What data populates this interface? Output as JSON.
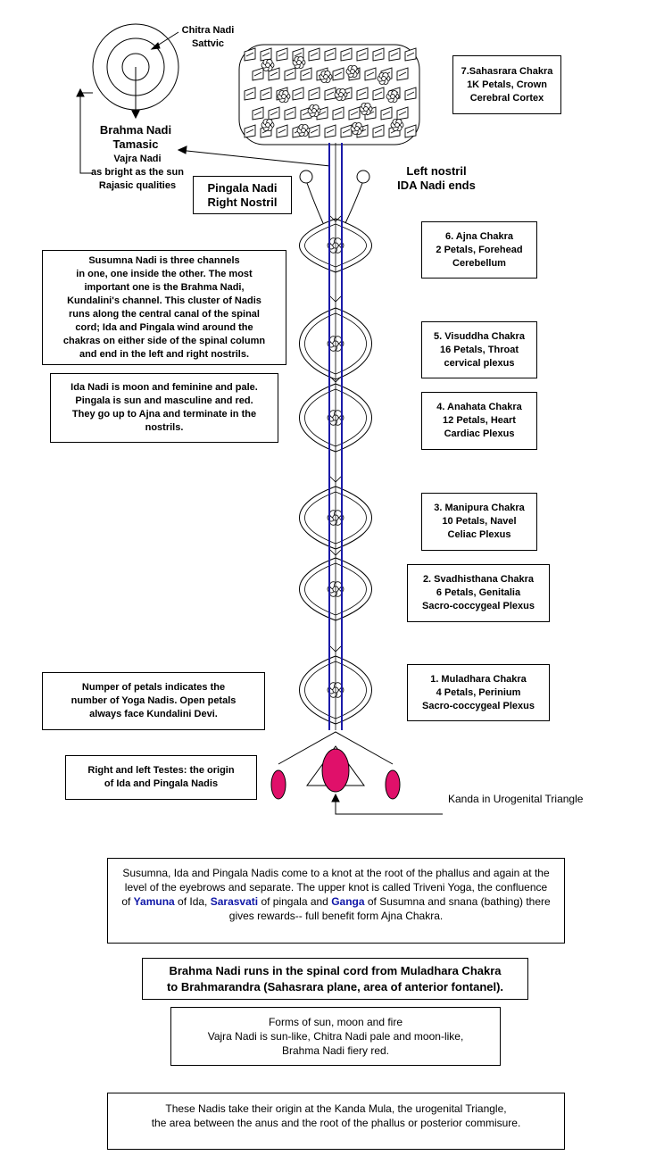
{
  "top_left": {
    "chitra": [
      "Chitra Nadi",
      "Sattvic"
    ],
    "brahma": [
      "Brahma Nadi",
      "Tamasic"
    ],
    "vajra": [
      "Vajra Nadi",
      "as bright as the sun",
      "Rajasic qualities"
    ]
  },
  "pingala_box": [
    "Pingala Nadi",
    "Right Nostril"
  ],
  "left_nostril": [
    "Left nostril",
    "IDA Nadi ends"
  ],
  "chakras": [
    {
      "id": "sahasrara",
      "lines": [
        "7.Sahasrara Chakra",
        "1K Petals, Crown",
        "Cerebral Cortex"
      ]
    },
    {
      "id": "ajna",
      "lines": [
        "6. Ajna Chakra",
        "2 Petals, Forehead",
        "Cerebellum"
      ]
    },
    {
      "id": "visuddha",
      "lines": [
        "5. Visuddha Chakra",
        "16 Petals, Throat",
        "cervical plexus"
      ]
    },
    {
      "id": "anahata",
      "lines": [
        "4. Anahata Chakra",
        "12 Petals, Heart",
        "Cardiac Plexus"
      ]
    },
    {
      "id": "manipura",
      "lines": [
        "3. Manipura Chakra",
        "10 Petals, Navel",
        "Celiac Plexus"
      ]
    },
    {
      "id": "svadhisthana",
      "lines": [
        "2. Svadhisthana Chakra",
        "6 Petals, Genitalia",
        "Sacro-coccygeal Plexus"
      ]
    },
    {
      "id": "muladhara",
      "lines": [
        "1. Muladhara Chakra",
        "4 Petals, Perinium",
        "Sacro-coccygeal Plexus"
      ]
    }
  ],
  "notes": {
    "susumna": [
      "Susumna Nadi is three channels",
      "in one, one inside the other. The most",
      "important one is the Brahma Nadi,",
      "Kundalini's channel. This cluster of Nadis",
      "runs along the central canal of the spinal",
      "cord; Ida and Pingala wind around the",
      "chakras on either side of the spinal column",
      "and end in the left and right nostrils."
    ],
    "ida": [
      "Ida Nadi is moon and feminine and pale.",
      "Pingala is sun and masculine and red.",
      "They go up to Ajna and terminate in the",
      "nostrils."
    ],
    "petals": [
      "Numper of petals indicates the",
      "number of Yoga Nadis. Open petals",
      "always face Kundalini Devi."
    ],
    "testes": [
      "Right and left Testes: the origin",
      "of Ida and Pingala Nadis"
    ]
  },
  "kanda_label": "Kanda in Urogenital Triangle",
  "bottom": {
    "triveni": {
      "p1": "Susumna, Ida and Pingala Nadis come to a knot at the root of the phallus and again at the level of the eyebrows and separate. The upper knot is called Triveni Yoga, the confluence of ",
      "yamuna": "Yamuna",
      "p2": " of Ida, ",
      "sarasvati": "Sarasvati",
      "p3": " of pingala and ",
      "ganga": "Ganga",
      "p4": " of Susumna and snana (bathing) there gives rewards-- full benefit form Ajna Chakra."
    },
    "brahma_runs": [
      "Brahma Nadi runs in the spinal cord from Muladhara Chakra",
      "to Brahmarandra (Sahasrara plane, area of anterior fontanel)."
    ],
    "forms": [
      "Forms of sun, moon and fire",
      "Vajra Nadi is sun-like, Chitra Nadi pale and moon-like,",
      "Brahma Nadi fiery red."
    ],
    "origin": [
      "These Nadis take their origin at the Kanda Mula, the urogenital  Triangle,",
      "the area between the anus and the root of the phallus or posterior commisure."
    ]
  },
  "colors": {
    "blue_channel": "#1a1aa8",
    "testes": "#e0106a",
    "ink": "#000000"
  }
}
